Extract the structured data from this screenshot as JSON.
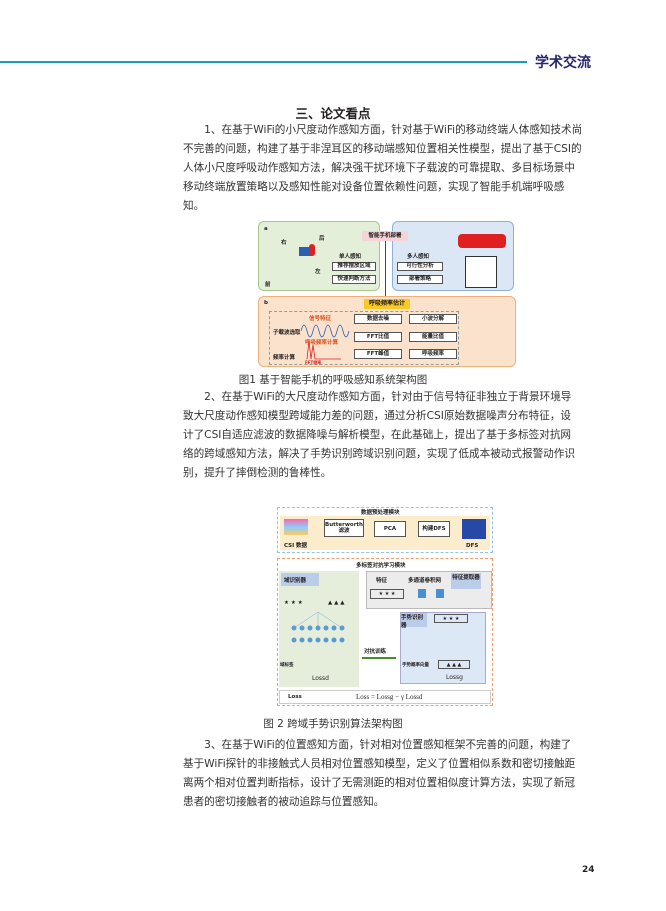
{
  "header": {
    "section": "学术交流",
    "accent": "#1a9bc7",
    "title_color": "#27276e"
  },
  "heading": "三、论文看点",
  "p1": [
    "　　1、在基于WiFi的小尺度动作感知方面，针对基于WiFi的移动终端人体感知技术尚",
    "不完善的问题，构建了基于非涅耳区的移动端感知位置相关性模型，提出了基于CSI的",
    "人体小尺度呼吸动作感知方法，解决强干扰环境下子载波的可靠提取、多目标场景中",
    "移动终端放置策略以及感知性能对设备位置依赖性问题，实现了智能手机端呼吸感",
    "知。"
  ],
  "fig1": {
    "caption": "图1 基于智能手机的呼吸感知系统架构图",
    "a": "a",
    "b": "b",
    "deploy": "智能手机部署",
    "dirs": [
      "右",
      "后",
      "左",
      "前"
    ],
    "single": "单人感知",
    "single_items": [
      "推荐摆放区域",
      "快速判断方法"
    ],
    "multi": "多人感知",
    "multi_items": [
      "可行性分析",
      "部署策略"
    ],
    "estimate": "呼吸频率估计",
    "left_labels": [
      "子载波选取",
      "频率计算"
    ],
    "wave_labels": [
      "信号特征",
      "呼吸频率计算"
    ],
    "fft_label": "FFT频率",
    "blocks": [
      "数据去噪",
      "小波分解",
      "FFT比值",
      "能量比值",
      "FFT峰值",
      "呼吸频率"
    ]
  },
  "p2": [
    "　　2、在基于WiFi的大尺度动作感知方面，针对由于信号特征非独立于背景环境导",
    "致大尺度动作感知模型跨域能力差的问题，通过分析CSI原始数据噪声分布特征，设",
    "计了CSI自适应滤波的数据降噪与解析模型，在此基础上，提出了基于多标签对抗网",
    "络的跨域感知方法，解决了手势识别跨域识别问题，实现了低成本被动式报警动作识",
    "别，提升了摔倒检测的鲁棒性。"
  ],
  "fig2": {
    "caption": "图 2  跨域手势识别算法架构图",
    "pre": "数据预处理模块",
    "csi": "CSI 数据",
    "butter": "Butterworth滤波",
    "pca": "PCA",
    "dfs_build": "构建DFS",
    "dfs": "DFS",
    "multi": "多标签对抗学习模块",
    "domain": "域识别器",
    "feat": "特征",
    "cnn": "多通道卷积网",
    "extract": "特征提取器",
    "gesture": "手势识别器",
    "adv": "对抗训练",
    "domain_label": "域标签",
    "gesture_vec": "手势概率向量",
    "loss_d": "Lossd",
    "loss_g": "Lossg",
    "loss": "Loss",
    "loss_eq": "Loss = Lossg − γ Lossd",
    "stars": "★ ★ ★",
    "tris": "▲ ▲ ▲"
  },
  "p3": [
    "　　3、在基于WiFi的位置感知方面，针对相对位置感知框架不完善的问题，构建了",
    "基于WiFi探针的非接触式人员相对位置感知模型，定义了位置相似系数和密切接触距",
    "离两个相对位置判断指标，设计了无需测距的相对位置相似度计算方法，实现了新冠",
    "患者的密切接触者的被动追踪与位置感知。"
  ],
  "page_number": "24"
}
